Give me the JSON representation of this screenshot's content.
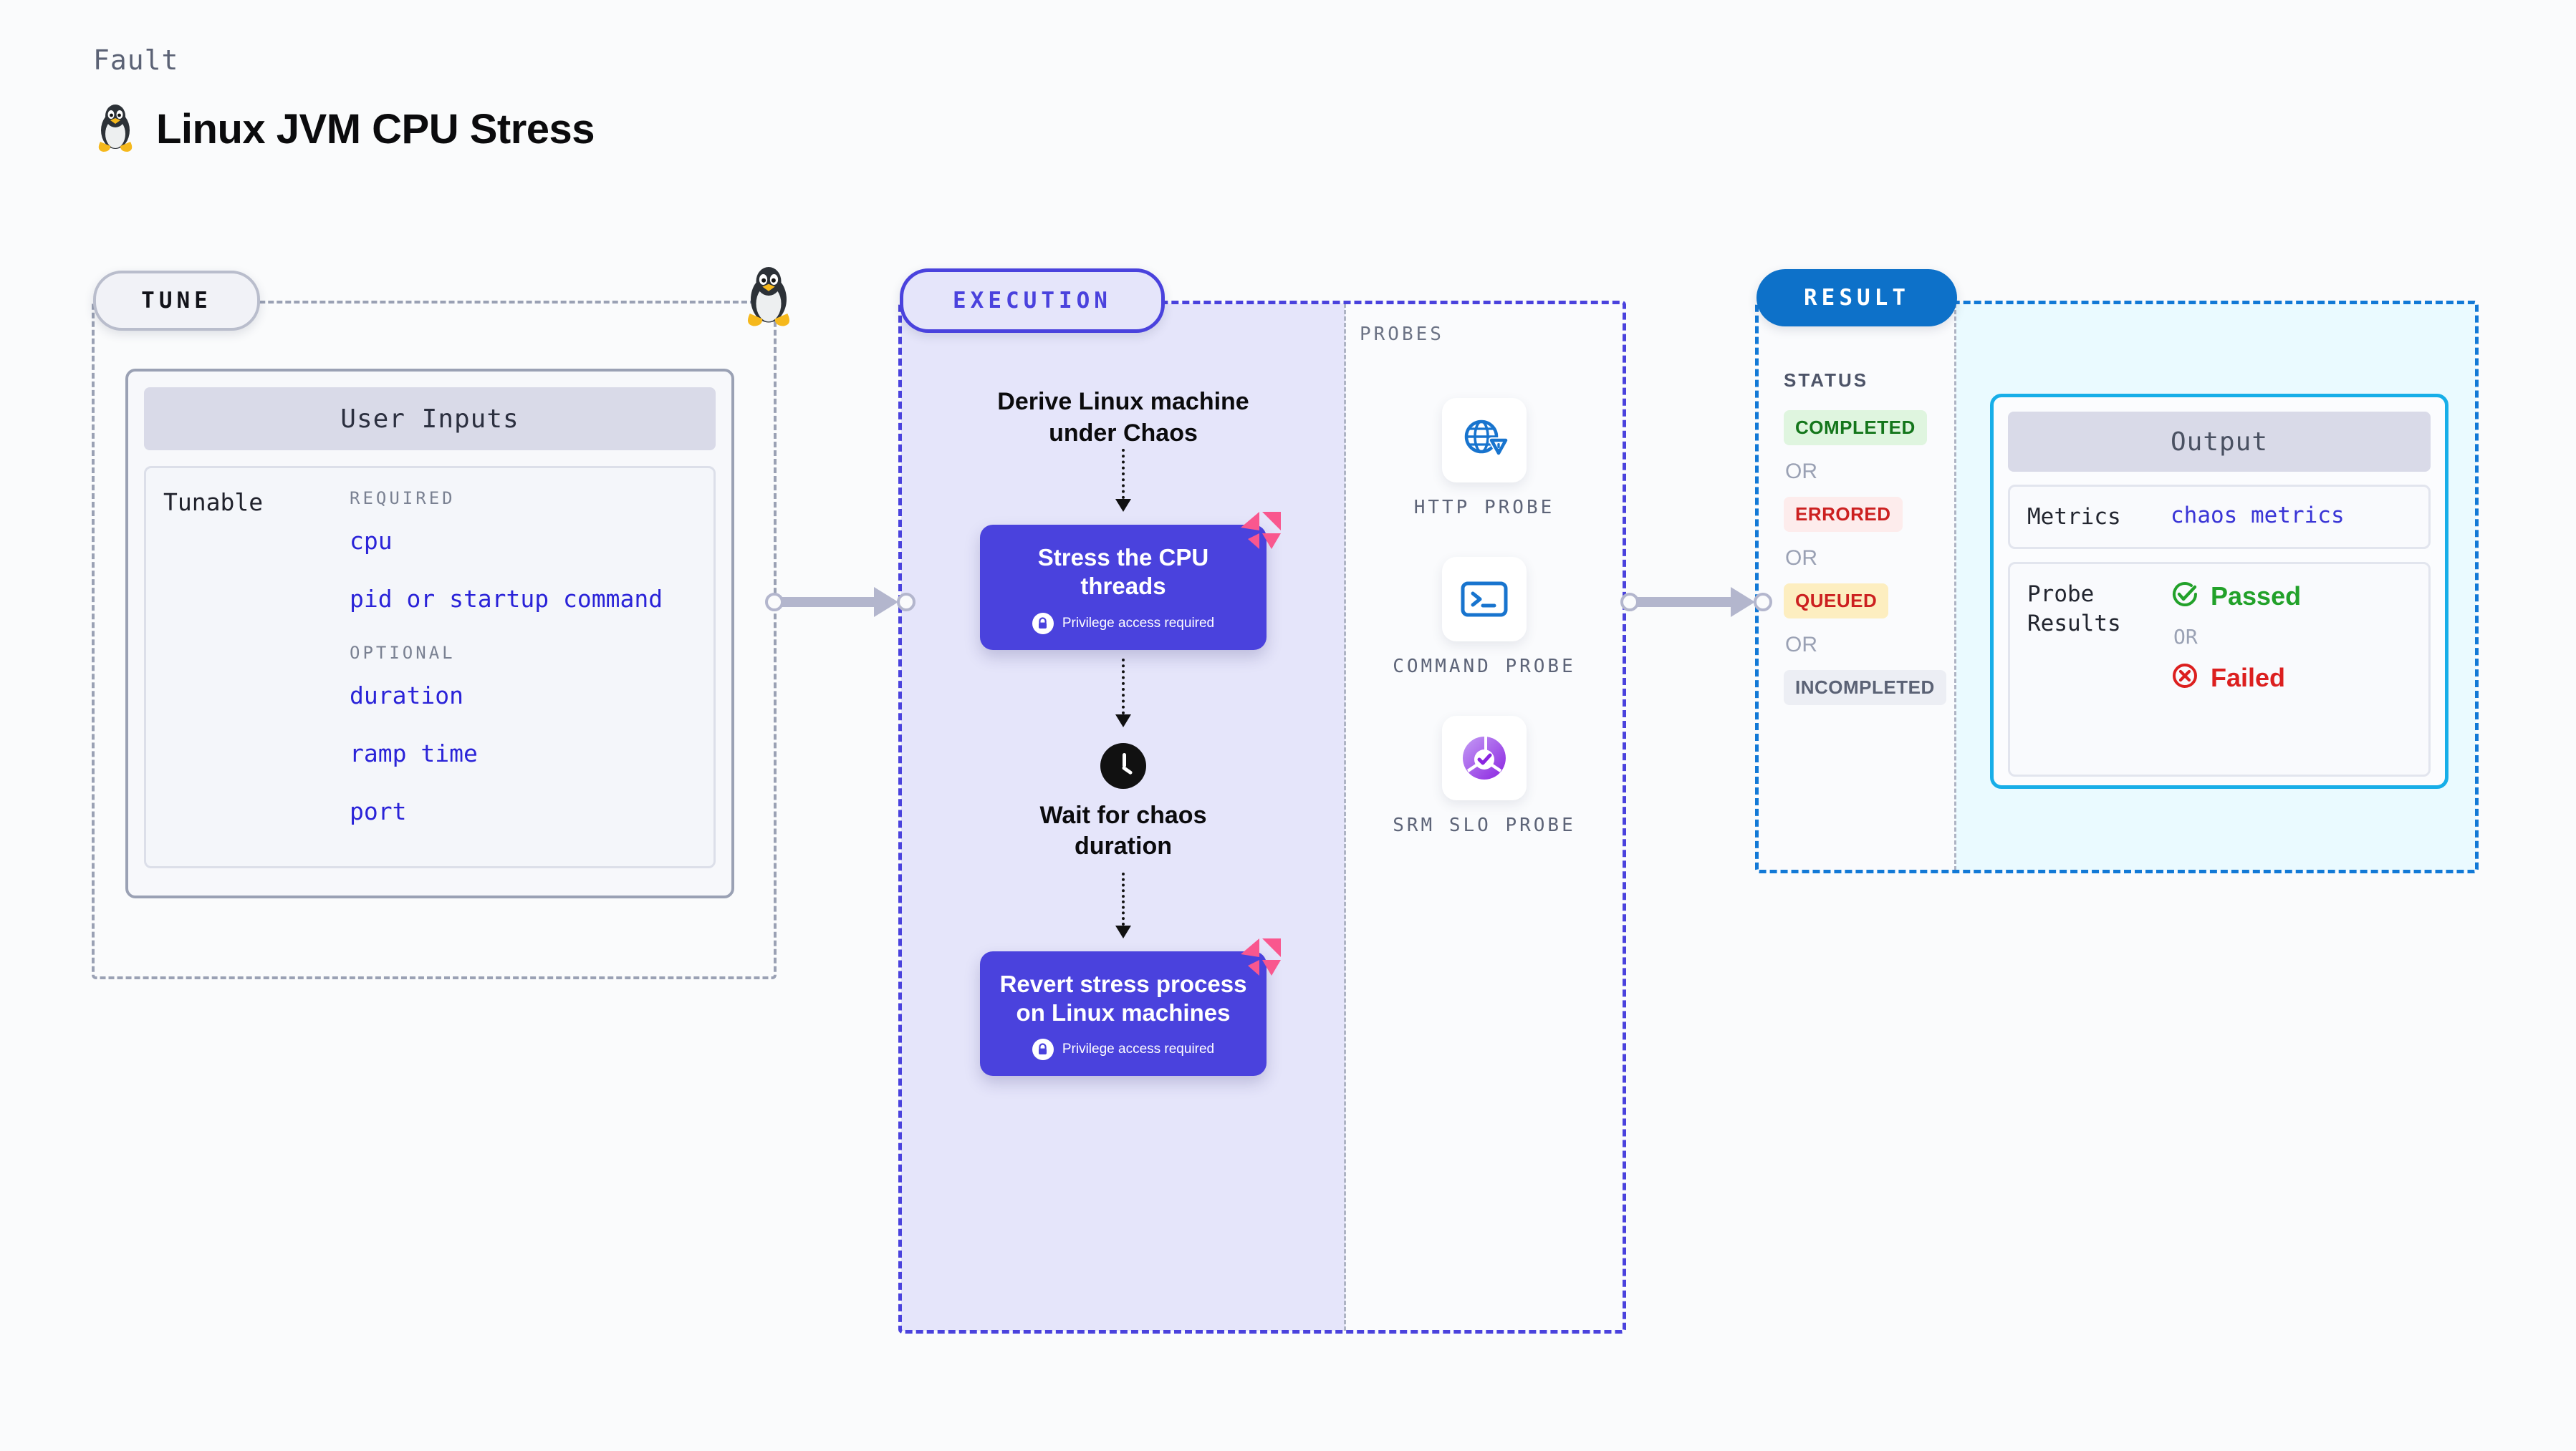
{
  "header": {
    "eyebrow": "Fault",
    "title": "Linux JVM CPU Stress",
    "icon": "linux-penguin-icon"
  },
  "tune": {
    "pill_label": "TUNE",
    "card_title": "User Inputs",
    "tunable_label": "Tunable",
    "groups": [
      {
        "label": "REQUIRED",
        "items": [
          "cpu",
          "pid or startup command"
        ]
      },
      {
        "label": "OPTIONAL",
        "items": [
          "duration",
          "ramp time",
          "port"
        ]
      }
    ],
    "badge_icon": "linux-penguin-icon"
  },
  "execution": {
    "pill_label": "EXECUTION",
    "steps": [
      {
        "type": "text",
        "label": "Derive Linux machine under Chaos"
      },
      {
        "type": "action",
        "label": "Stress the CPU threads",
        "note": "Privilege access required",
        "icon": "lock-icon",
        "ribbon": "chaos-ribbon-icon"
      },
      {
        "type": "wait",
        "label": "Wait for chaos duration",
        "icon": "clock-icon"
      },
      {
        "type": "action",
        "label": "Revert stress process on Linux machines",
        "note": "Privilege access required",
        "icon": "lock-icon",
        "ribbon": "chaos-ribbon-icon"
      }
    ]
  },
  "probes": {
    "label": "PROBES",
    "items": [
      {
        "name": "HTTP PROBE",
        "icon": "globe-warning-icon"
      },
      {
        "name": "COMMAND PROBE",
        "icon": "terminal-icon"
      },
      {
        "name": "SRM SLO PROBE",
        "icon": "slo-donut-check-icon"
      }
    ]
  },
  "result": {
    "pill_label": "RESULT",
    "status_label": "STATUS",
    "or_label": "OR",
    "statuses": [
      {
        "label": "COMPLETED",
        "bg": "#dff5df",
        "fg": "#14761b"
      },
      {
        "label": "ERRORED",
        "bg": "#fdecec",
        "fg": "#cc2020"
      },
      {
        "label": "QUEUED",
        "bg": "#fdeec0",
        "fg": "#cc2020"
      },
      {
        "label": "INCOMPLETED",
        "bg": "#eceef4",
        "fg": "#5b6275"
      }
    ],
    "output": {
      "title": "Output",
      "metrics_key": "Metrics",
      "metrics_value": "chaos metrics",
      "probe_key": "Probe Results",
      "passed": "Passed",
      "failed": "Failed",
      "or_label": "OR",
      "passed_icon": "check-circle-icon",
      "failed_icon": "x-circle-icon"
    }
  },
  "colors": {
    "accent_purple": "#4a42dd",
    "accent_blue": "#0d71c9",
    "accent_cyan": "#17aee8",
    "link_blue": "#2a23d8",
    "ribbon_pink": "#f9578e",
    "pass_green": "#22a12a",
    "fail_red": "#dc1f1f"
  }
}
